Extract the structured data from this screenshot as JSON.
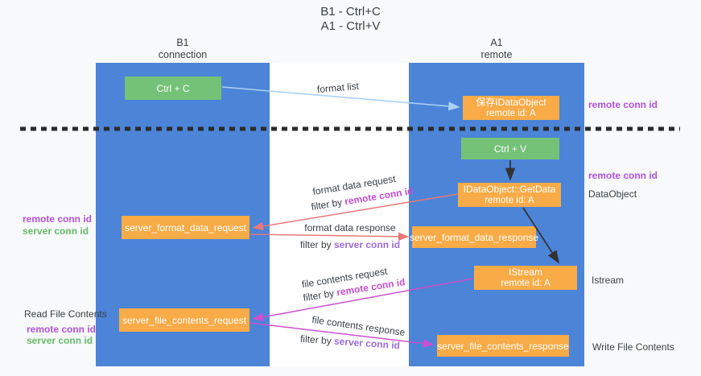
{
  "title": {
    "line1": "B1 - Ctrl+C",
    "line2": "A1 - Ctrl+V"
  },
  "lanes": {
    "left": {
      "header1": "B1",
      "header2": "connection"
    },
    "right": {
      "header1": "A1",
      "header2": "remote"
    }
  },
  "boxes": {
    "ctrl_c": "Ctrl + C",
    "ctrl_v": "Ctrl + V",
    "save_dataobject_line1": "保存IDataObject",
    "save_dataobject_line2": "remote id: A",
    "getdata_line1": "IDataObject::GetData",
    "getdata_line2": "remote id: A",
    "istream_line1": "IStream",
    "istream_line2": "remote id: A",
    "server_format_data_request": "server_format_data_request",
    "server_format_data_response": "server_format_data_response",
    "server_file_contents_request": "server_file_contents_request",
    "server_file_contents_response": "server_file_contents_response"
  },
  "arrow_labels": {
    "format_list": "format list",
    "format_data_request": "format data request",
    "format_data_response": "format data response",
    "file_contents_request": "file contents request",
    "file_contents_response": "file contents response",
    "filter_by": "filter by",
    "remote_conn_id": "remote conn id",
    "server_conn_id": "server conn id"
  },
  "side_labels": {
    "right_top_remote_conn_id": "remote conn id",
    "right_mid_remote_conn_id": "remote conn id",
    "dataobject": "DataObject",
    "istream": "Istream",
    "write_file_contents": "Write File Contents",
    "left_remote_conn_id_1": "remote conn id",
    "left_server_conn_id_1": "server conn id",
    "read_file_contents": "Read File Contents",
    "left_remote_conn_id_2": "remote conn id",
    "left_server_conn_id_2": "server conn id"
  },
  "colors": {
    "lane_blue": "#4c84d8",
    "box_orange": "#f8ab47",
    "box_green": "#74c278",
    "purple": "#b052d6",
    "green_label": "#66bb6a",
    "magenta": "#c84fd2",
    "violet": "#9d6ad8",
    "arrow_red": "#e87878",
    "arrow_magenta": "#cc4fcf",
    "arrow_blue": "#a9d2f3"
  }
}
